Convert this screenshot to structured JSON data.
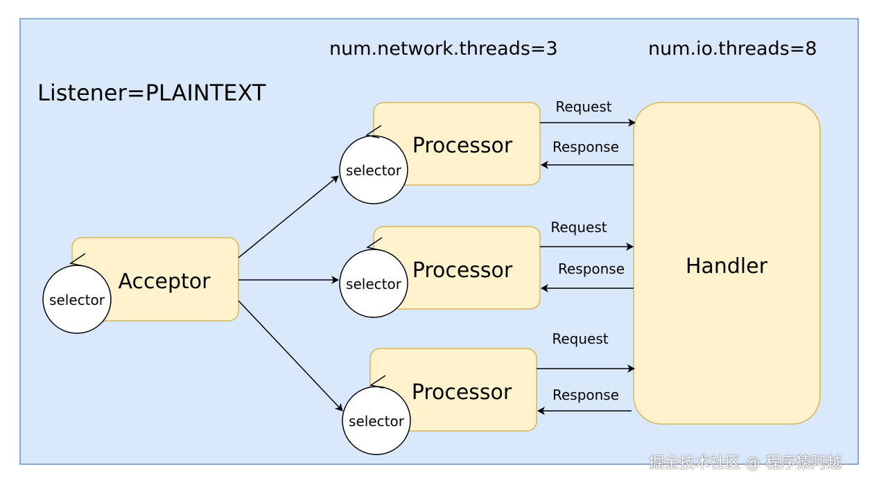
{
  "colors": {
    "background_panel": "#dae8fc",
    "panel_border": "#6c8ebf",
    "box_fill": "#fff2cc",
    "box_border": "#d6b656",
    "selector_fill": "#ffffff",
    "stroke": "#000000"
  },
  "labels": {
    "listener": "Listener=PLAINTEXT",
    "network_threads": "num.network.threads=3",
    "io_threads": "num.io.threads=8"
  },
  "acceptor": {
    "label": "Acceptor",
    "selector": "selector"
  },
  "processors": [
    {
      "label": "Processor",
      "selector": "selector",
      "request": "Request",
      "response": "Response"
    },
    {
      "label": "Processor",
      "selector": "selector",
      "request": "Request",
      "response": "Response"
    },
    {
      "label": "Processor",
      "selector": "selector",
      "request": "Request",
      "response": "Response"
    }
  ],
  "handler": {
    "label": "Handler"
  },
  "watermark": "掘金技术社区 @ 程序猿阿越"
}
